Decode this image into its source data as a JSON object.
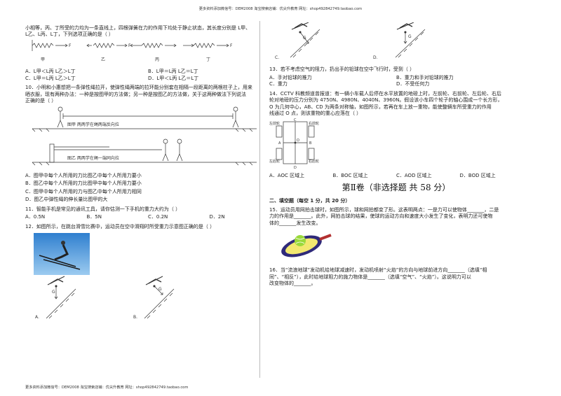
{
  "header": "更多资料添加微信号：DEM2008  淘宝搜索店铺：优尖升教育 网址：shop492842749.taobao.com",
  "footer": "更多资料添加微信号：DEM2008  淘宝搜索店铺：优尖升教育 网址：shop492842749.taobao.com",
  "q9": {
    "text1": "小相等，丙、丁所受的力均为一条直线上，四根弹簧在力的作用下均处于静止状态，其长度分别是 L甲、",
    "text2": "L乙、L丙、L丁，下列选项正确的是（      ）",
    "fig_labels": [
      "甲",
      "乙",
      "丙",
      "丁"
    ],
    "opt_a": "A．L甲＜L丙  L乙＞L丁",
    "opt_b": "B．L甲＝L丙  L乙＝L丁",
    "opt_c": "C．L甲＝L丙  L乙＞L丁",
    "opt_d": "D．L甲＜L丙  L乙＝L丁"
  },
  "q10": {
    "text1": "10．小明和小惠想把一条弹性绳拉开，使弹性绳两端的拉环能分别套在相隔一段距离的两根柱子上，用来",
    "text2": "晒衣服，现有两种办法：一种是按图甲的方法做；另一种是按图乙的方法做，关于这两种做法下列说法",
    "text3": "正确的是（      ）",
    "fig1_label": "图甲  两两学在绳两端反向拉",
    "fig2_label": "图乙  两两学在绳一端同向拉",
    "opt_a": "A．图甲中每个人所用的力比图乙中每个人所用力要小",
    "opt_b": "B．图乙中每个人所用的力比图甲中每个人所用力要小",
    "opt_c": "C．图甲中每个人所用的力与图乙中每个人所用力相同",
    "opt_d": "D．图乙中弹性绳的伸长量比图甲的大"
  },
  "q11": {
    "text": "11．智能手机是常见的通讯工具，请你估测一下手机的重力大约为（      ）",
    "opts": [
      "A．0.5N",
      "B．5N",
      "C．0.2N",
      "D．2N"
    ]
  },
  "q12": {
    "text": "12．如图所示，在跳台滑雪比赛中，运动员在空中滑翔时所受重力示意图正确的是（      ）",
    "label_a": "A.",
    "label_b": "B.",
    "label_c": "C.",
    "label_d": "D.",
    "g_label": "G"
  },
  "q13": {
    "text": "13．若不考虑空气的阻力，扔出手的铅球在空中飞行时，受到（      ）",
    "opt_a": "A．手对铅球的推力",
    "opt_b": "B．重力和手对铅球的推力",
    "opt_c": "C．重力",
    "opt_d": "D．不受任何力"
  },
  "q14": {
    "text1": "14．CCTV 科教频道曾报道：有一辆小车载人后停在水平放置的地磅上时，左前轮、右前轮、左后轮、右后",
    "text2": "轮对地磅的压力分别为 4750N、4980N、4040N、3960N。假设该小车四个轮子的轴心围成一个长方形，",
    "text3": "O 为几何中心，AB、CD 为两条对称轴，如图所示，若再在车上放一重物，能使整辆车所受重力的作用",
    "text4": "线通过 O 点，则该重物的重心应落在（      ）",
    "opts": [
      "A．AOC 区域上",
      "B．BOC 区域上",
      "C．AOD 区域上",
      "D．BOD 区域上"
    ],
    "labels": {
      "c": "C",
      "d": "D",
      "a": "A",
      "b": "B",
      "o": "O",
      "lf": "左前轮",
      "rf": "右前轮",
      "lr": "左后轮",
      "rr": "右后轮"
    }
  },
  "part2": {
    "title": "第Ⅱ卷（非选择题  共 58 分）",
    "sub": "二、填空题（每空 1 分，共 20 分）"
  },
  "q15": {
    "text1": "15．运动员用网拍击球时，如图所示，球和网拍都变了形。这表明两点：一是力可以使物体_______，二是",
    "text2": "力的作用是_______。此外，网拍击球的结果，使球的运动方向和速度大小发生了变化，表明力还可使物",
    "text3": "体的_______发生改变。"
  },
  "q16": {
    "text1": "16．当“流浪地球”发动机给地球减速时，发动机喷射“火焰”的方向与地球前进方向_______（选填“相",
    "text2": "同”、“相反”），此时给地球阻力的施力物体是_______（选填“空气”、“火焰”）。这说明力可以",
    "text3": "改变物体的_______。"
  },
  "fig_text": {
    "f": "F"
  }
}
